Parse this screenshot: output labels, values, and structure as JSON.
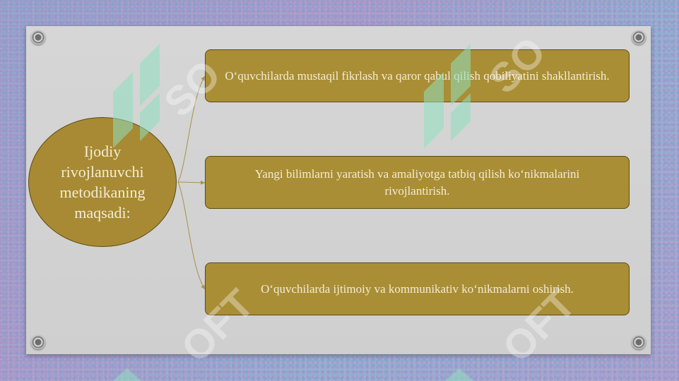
{
  "diagram": {
    "center_label": "Ijodiy rivojlanuvchi metodikaning maqsadi:",
    "goals": [
      "O‘quvchilarda mustaqil fikrlash va qaror qabul qilish qobiliyatini shakllantirish.",
      "Yangi bilimlarni yaratish va amaliyotga tatbiq qilish ko‘nikmalarini rivojlantirish.",
      "O‘quvchilarda ijtimoiy va kommunikativ ko‘nikmalarni oshirish."
    ]
  },
  "watermark": {
    "text": "SOFT"
  },
  "colors": {
    "shape_fill": "#a98e35",
    "shape_border": "#5e4a16",
    "text": "#f4ecd6",
    "panel": "#d3d3d3",
    "connector": "#a8914a"
  }
}
